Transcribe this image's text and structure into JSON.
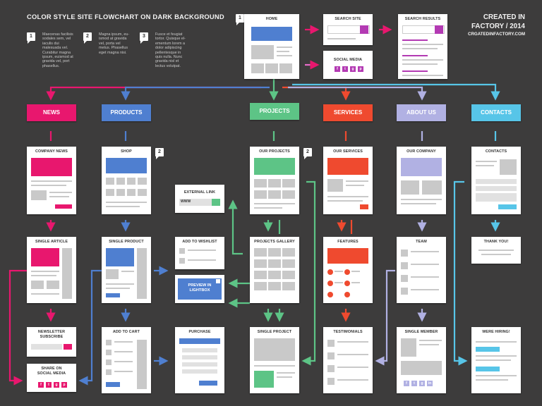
{
  "header": {
    "title": "COLOR STYLE SITE FLOWCHART ON DARK BACKGROUND",
    "credit_line1": "CREATED IN",
    "credit_line2": "FACTORY / 2014",
    "credit_url": "CRGATEDINFACTORY.COM"
  },
  "notes": [
    {
      "num": "1",
      "text": "Maecenas facilisis sodales sem, vel iaculis dui malesuada vel. Curabitur magna ipsum, euismod at gravida vel, port phasellus."
    },
    {
      "num": "2",
      "text": "Magna ipsum, eu- ismod at gravida vel, porta vel metus. Phasellus eget magna nisi."
    },
    {
      "num": "3",
      "text": "Fusce et feugiat tortor. Quisque el- ementum lorem a dolor adipiscing pellentesque in quis nulla. Nunc gravida nisl et lectus volutpat."
    }
  ],
  "badges": {
    "home": "1",
    "shop": "2",
    "projects": "2"
  },
  "top_pages": {
    "home": "HOME",
    "search_site": "SEARCH SITE",
    "search_results": "SEARCH RESULTS",
    "social_media": "SOCIAL MEDIA"
  },
  "categories": [
    {
      "label": "NEWS",
      "color": "#e8176e"
    },
    {
      "label": "PRODUCTS",
      "color": "#4f7fd0"
    },
    {
      "label": "PROJECTS",
      "color": "#5dc486"
    },
    {
      "label": "SERVICES",
      "color": "#ef4a2f"
    },
    {
      "label": "ABOUT US",
      "color": "#b1b1e3"
    },
    {
      "label": "CONTACTS",
      "color": "#57c5e8"
    }
  ],
  "pages": {
    "company_news": "COMPANY NEWS",
    "shop": "SHOP",
    "our_projects": "OUR PROJECTS",
    "our_services": "OUR SERVICES",
    "our_company": "OUR COMPANY",
    "contacts": "CONTACTS",
    "external_link": "EXTERNAL LINK",
    "www": "WWW",
    "single_article": "SINGLE ARTICLE",
    "single_product": "SINGLE PRODUCT",
    "add_to_wishlist": "ADD TO WISHLIST",
    "projects_gallery": "PROJECTS GALLERY",
    "features": "FEATURES",
    "team": "TEAM",
    "thank_you": "THANK YOU!",
    "preview_in_lightbox_1": "PREVIEW IN",
    "preview_in_lightbox_2": "LIGHTBOX",
    "newsletter_1": "NEWSLETTER",
    "newsletter_2": "SUBSCRIBE",
    "add_to_cart": "ADD TO CART",
    "purchase": "PURCHASE",
    "single_project": "SINGLE PROJECT",
    "testimonials": "TESTIMONIALS",
    "single_member": "SINGLE MEMBER",
    "hiring": "WERE HIRING!",
    "share_1": "SHARE ON",
    "share_2": "SOCIAL MEDIA"
  },
  "social_icons": [
    "f",
    "t",
    "g",
    "p",
    "in"
  ],
  "colors": {
    "news": "#e8176e",
    "products": "#4f7fd0",
    "projects": "#5dc486",
    "services": "#ef4a2f",
    "about": "#b1b1e3",
    "contacts": "#57c5e8",
    "background": "#3d3c3c"
  }
}
